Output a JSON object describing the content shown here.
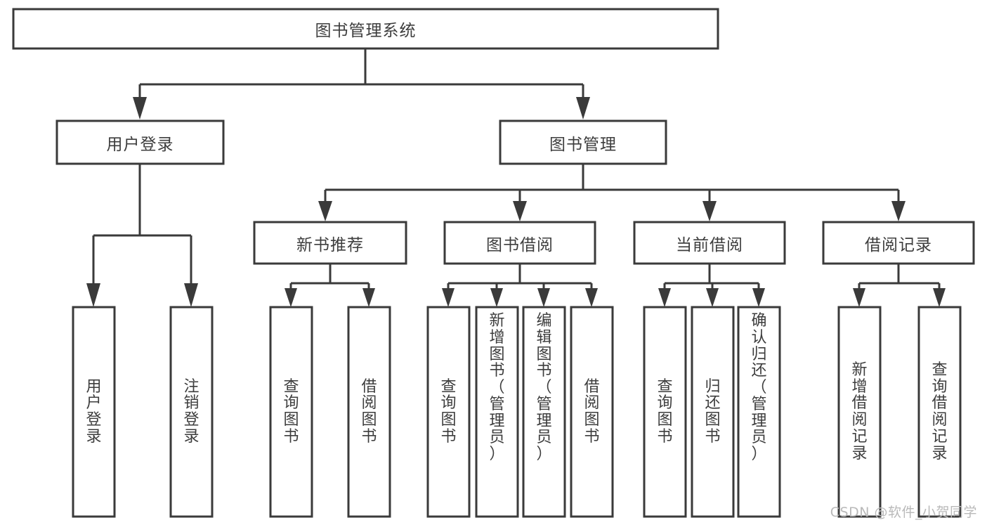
{
  "diagram": {
    "title": "图书管理系统",
    "watermark": "CSDN @软件_小贺同学",
    "colors": {
      "stroke": "#3a3a3a",
      "fill": "#ffffff",
      "text": "#3d3d3d",
      "watermark": "#b9b9b9",
      "background": "#ffffff"
    },
    "root": {
      "label": "图书管理系统",
      "orientation": "horizontal"
    },
    "level1": [
      {
        "label": "用户登录",
        "orientation": "horizontal"
      },
      {
        "label": "图书管理",
        "orientation": "horizontal"
      }
    ],
    "level2": [
      {
        "label": "新书推荐",
        "orientation": "horizontal",
        "parent": "图书管理"
      },
      {
        "label": "图书借阅",
        "orientation": "horizontal",
        "parent": "图书管理"
      },
      {
        "label": "当前借阅",
        "orientation": "horizontal",
        "parent": "图书管理"
      },
      {
        "label": "借阅记录",
        "orientation": "horizontal",
        "parent": "图书管理"
      }
    ],
    "leaves": {
      "用户登录": [
        {
          "label": "用户登录",
          "orientation": "vertical"
        },
        {
          "label": "注销登录",
          "orientation": "vertical"
        }
      ],
      "新书推荐": [
        {
          "label": "查询图书",
          "orientation": "vertical"
        },
        {
          "label": "借阅图书",
          "orientation": "vertical"
        }
      ],
      "图书借阅": [
        {
          "label": "查询图书",
          "orientation": "vertical"
        },
        {
          "label": "新增图书（管理员）",
          "orientation": "vertical"
        },
        {
          "label": "编辑图书（管理员）",
          "orientation": "vertical"
        },
        {
          "label": "借阅图书",
          "orientation": "vertical"
        }
      ],
      "当前借阅": [
        {
          "label": "查询图书",
          "orientation": "vertical"
        },
        {
          "label": "归还图书",
          "orientation": "vertical"
        },
        {
          "label": "确认归还（管理员）",
          "orientation": "vertical"
        }
      ],
      "借阅记录": [
        {
          "label": "新增借阅记录",
          "orientation": "vertical"
        },
        {
          "label": "查询借阅记录",
          "orientation": "vertical"
        }
      ]
    }
  }
}
